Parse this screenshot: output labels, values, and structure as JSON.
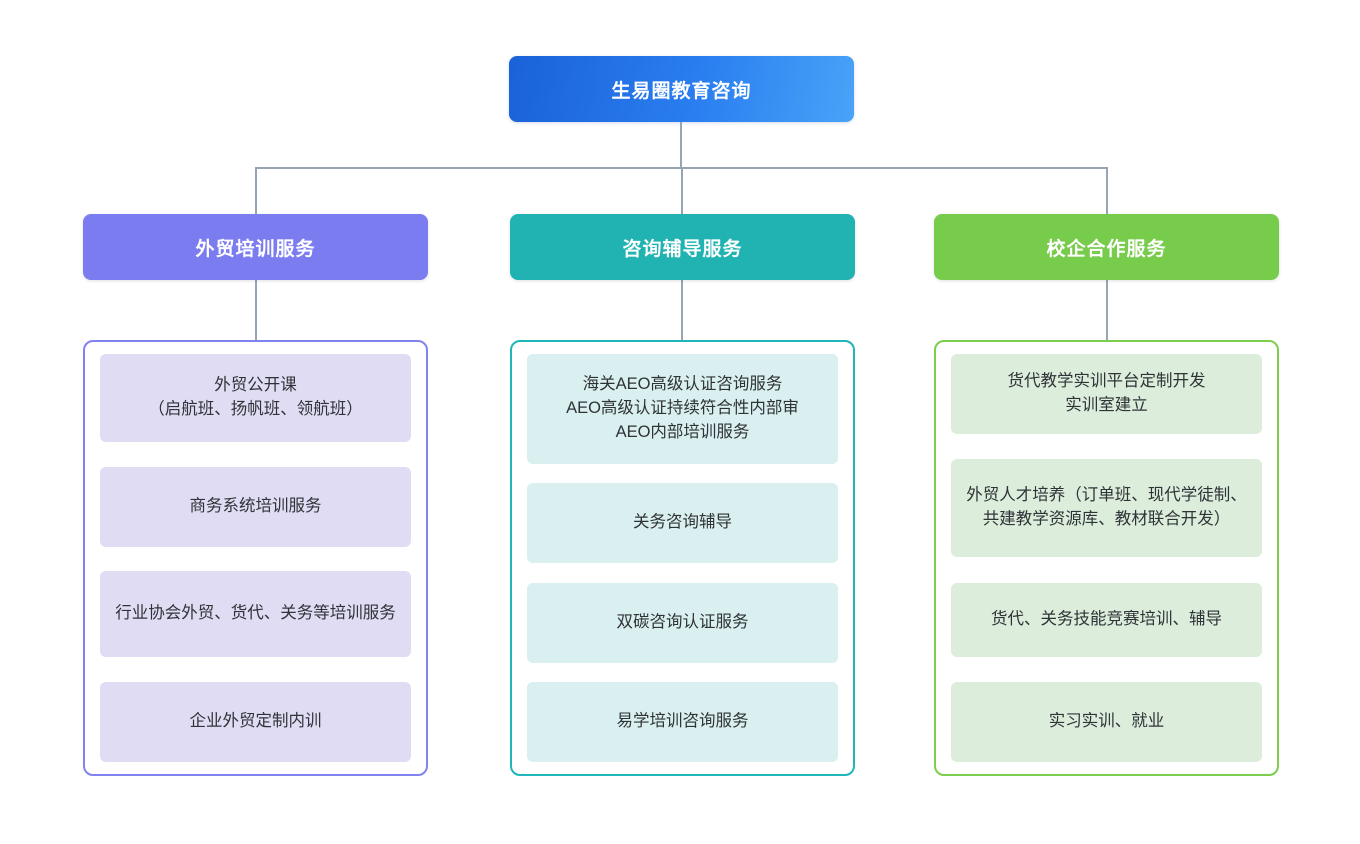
{
  "diagram": {
    "type": "organization-tree",
    "root": {
      "label": "生易圈教育咨询",
      "color": "#2a7ef0"
    },
    "connector_color": "#96a5b3",
    "branches": [
      {
        "label": "外贸培训服务",
        "header_color": "#7b7cf0",
        "border_color": "#8183f0",
        "card_color": "#e0dcf3",
        "items": [
          "外贸公开课\n（启航班、扬帆班、领航班）",
          "商务系统培训服务",
          "行业协会外贸、货代、关务等培训服务",
          "企业外贸定制内训"
        ]
      },
      {
        "label": "咨询辅导服务",
        "header_color": "#21b2b2",
        "border_color": "#1fb6bb",
        "card_color": "#d9eff0",
        "items": [
          "海关AEO高级认证咨询服务\nAEO高级认证持续符合性内部审\nAEO内部培训服务",
          "关务咨询辅导",
          "双碳咨询认证服务",
          "易学培训咨询服务"
        ]
      },
      {
        "label": "校企合作服务",
        "header_color": "#78cc4c",
        "border_color": "#7ccf4e",
        "card_color": "#dceedb",
        "items": [
          "货代教学实训平台定制开发\n实训室建立",
          "外贸人才培养（订单班、现代学徒制、共建教学资源库、教材联合开发）",
          "货代、关务技能竞赛培训、辅导",
          "实习实训、就业"
        ]
      }
    ]
  }
}
